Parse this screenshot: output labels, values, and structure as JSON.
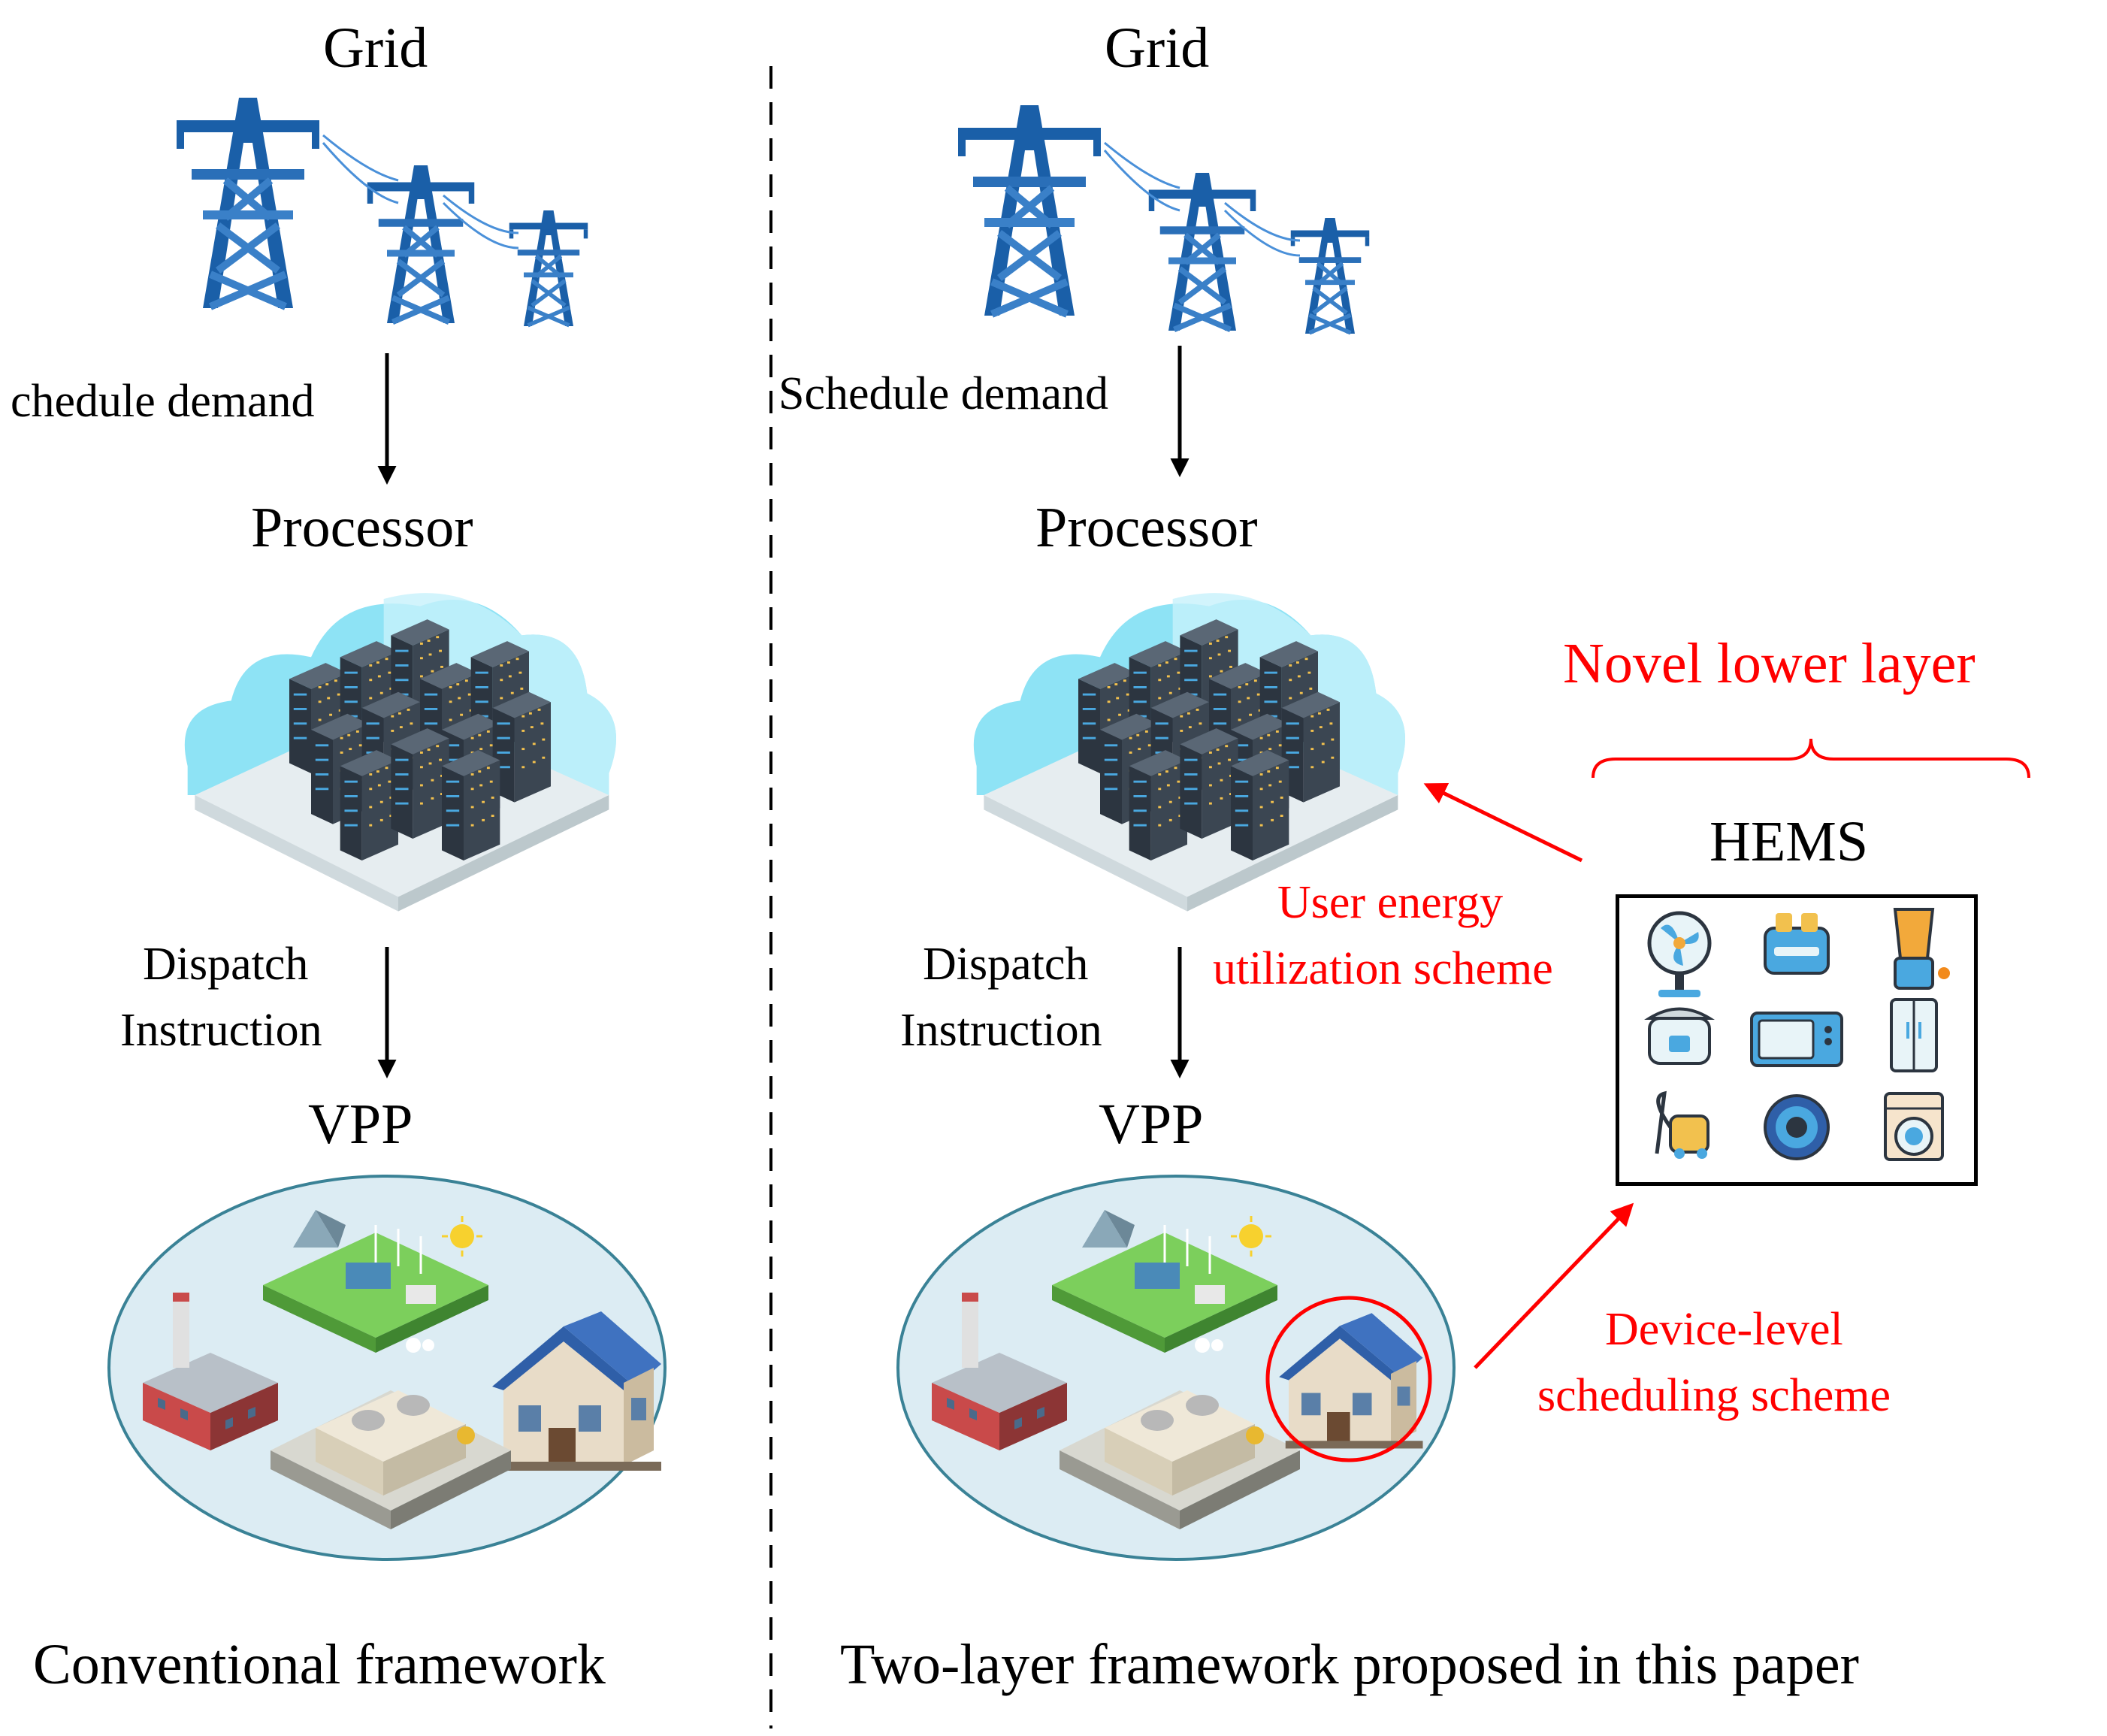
{
  "colors": {
    "tower": "#1a5fa8",
    "tower_light": "#4a90d9",
    "cloud": "#7fdcf2",
    "server": "#2c3540",
    "ellipse_fill": "#dcecf3",
    "ellipse_stroke": "#3a8296",
    "highlight": "#ff0000",
    "arrow": "#000000"
  },
  "left": {
    "grid_label": "Grid",
    "schedule_label": "chedule demand",
    "processor_label": "Processor",
    "dispatch_label_line1": "Dispatch",
    "dispatch_label_line2": "Instruction",
    "vpp_label": "VPP",
    "caption": "Conventional framework"
  },
  "right": {
    "grid_label": "Grid",
    "schedule_label": "Schedule demand",
    "processor_label": "Processor",
    "dispatch_label_line1": "Dispatch",
    "dispatch_label_line2": "Instruction",
    "vpp_label": "VPP",
    "caption": "Two-layer framework proposed in this paper",
    "novel_layer_label": "Novel lower layer",
    "hems_label": "HEMS",
    "user_scheme_line1": "User energy",
    "user_scheme_line2": "utilization scheme",
    "device_scheme_line1": "Device-level",
    "device_scheme_line2": "scheduling scheme"
  },
  "icons": {
    "grid": "transmission-tower-icon",
    "processor": "server-cloud-icon",
    "vpp": "energy-cluster-icon",
    "appliances": [
      "fan-icon",
      "toaster-icon",
      "blender-icon",
      "rice-cooker-icon",
      "microwave-icon",
      "refrigerator-icon",
      "vacuum-cleaner-icon",
      "robot-vacuum-icon",
      "washing-machine-icon"
    ]
  }
}
